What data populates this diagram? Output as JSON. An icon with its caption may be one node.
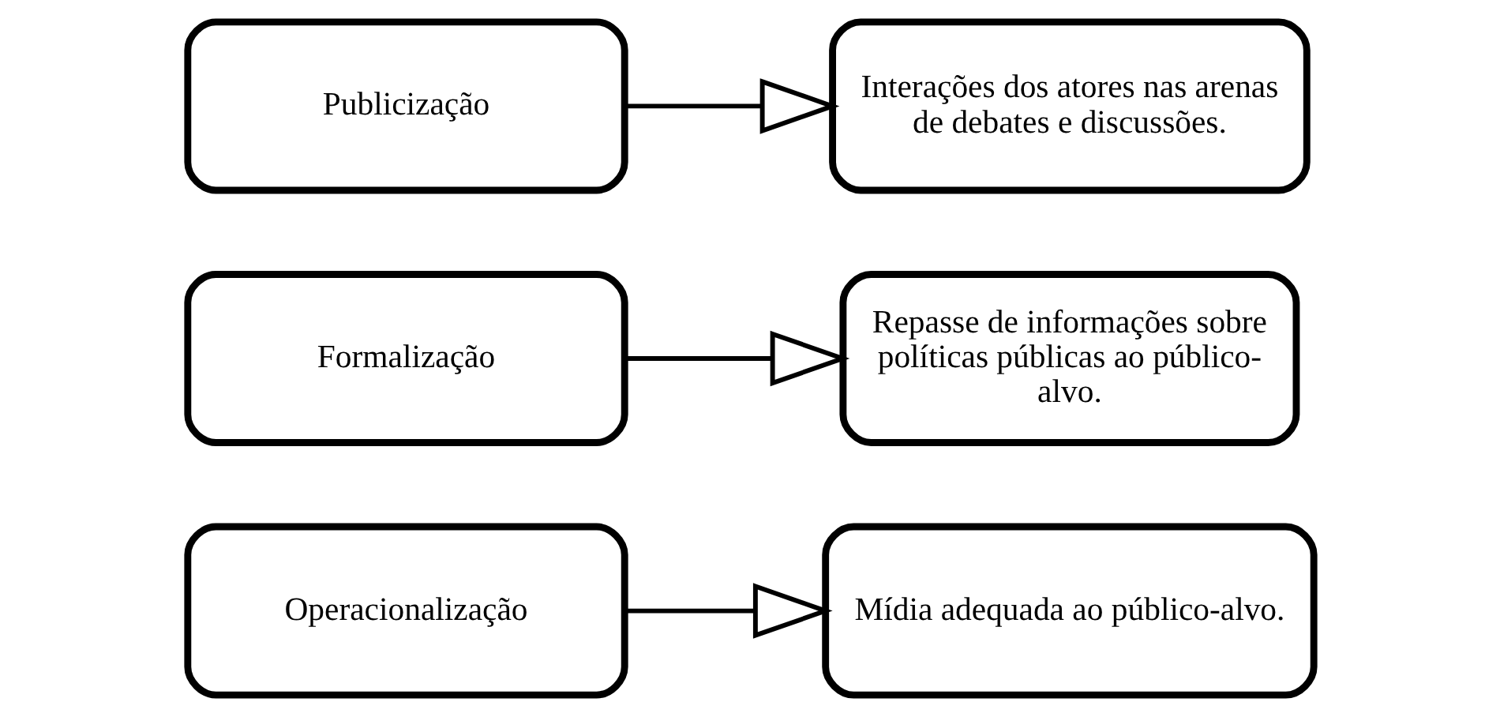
{
  "diagram": {
    "nodes": [
      {
        "text": [
          "Operacionalização"
        ]
      },
      {
        "text": [
          "Mídia adequada ao público-alvo."
        ]
      },
      {
        "text": [
          "Formalização"
        ]
      },
      {
        "text": [
          "Repasse de informações sobre políticas públicas ao público-alvo."
        ]
      },
      {
        "text": [
          "Publicização"
        ]
      },
      {
        "text": [
          "Interações dos atores nas arenas de debates e discussões."
        ]
      }
    ],
    "edges": [
      {
        "from": 0,
        "to": 1,
        "arrow": "to"
      },
      {
        "from": 2,
        "to": 3,
        "arrow": "to"
      },
      {
        "from": 4,
        "to": 5,
        "arrow": "to"
      }
    ]
  }
}
